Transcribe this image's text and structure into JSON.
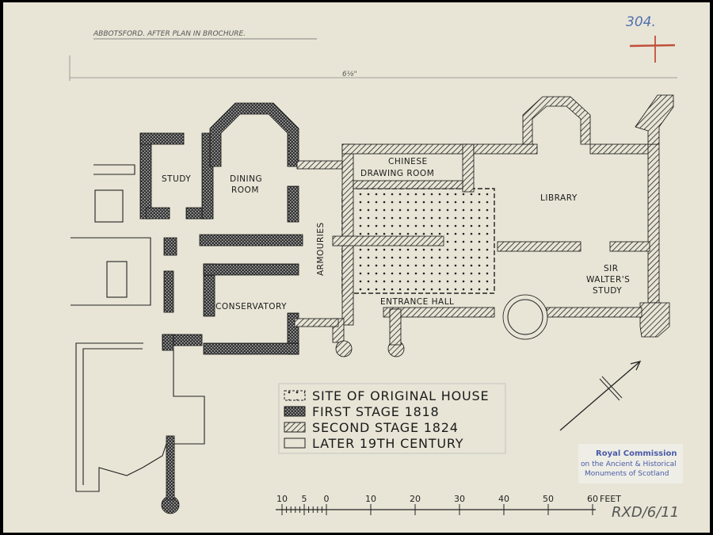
{
  "header": {
    "title_note": "ABBOTSFORD. AFTER PLAN IN BROCHURE.",
    "catalogue_number": "304.",
    "width_note": "6⅛\""
  },
  "rooms": {
    "study": "STUDY",
    "dining_1": "DINING",
    "dining_2": "ROOM",
    "chinese_1": "CHINESE",
    "chinese_2": "DRAWING ROOM",
    "library": "LIBRARY",
    "armouries": "ARMOURIES",
    "conservatory": "CONSERVATORY",
    "entrance_hall": "ENTRANCE HALL",
    "sir_walter_1": "SIR",
    "sir_walter_2": "WALTER'S",
    "sir_walter_3": "STUDY"
  },
  "legend": [
    {
      "key": "original",
      "label": "SITE OF ORIGINAL HOUSE"
    },
    {
      "key": "first",
      "label": "FIRST STAGE 1818"
    },
    {
      "key": "second",
      "label": "SECOND STAGE 1824"
    },
    {
      "key": "later",
      "label": "LATER 19TH CENTURY"
    }
  ],
  "scale_bar": {
    "labels": [
      "10",
      "5",
      "0",
      "10",
      "20",
      "30",
      "40",
      "50",
      "60"
    ],
    "unit": "FEET"
  },
  "stamp": {
    "line1": "Royal Commission",
    "line2": "on the Ancient & Historical",
    "line3": "Monuments of Scotland"
  },
  "reference": "RXD/6/11",
  "colors": {
    "paper": "#e8e5d6",
    "ink": "#1a1a1a",
    "stamp": "#4a5aa8",
    "red_mark": "#c0503a"
  }
}
